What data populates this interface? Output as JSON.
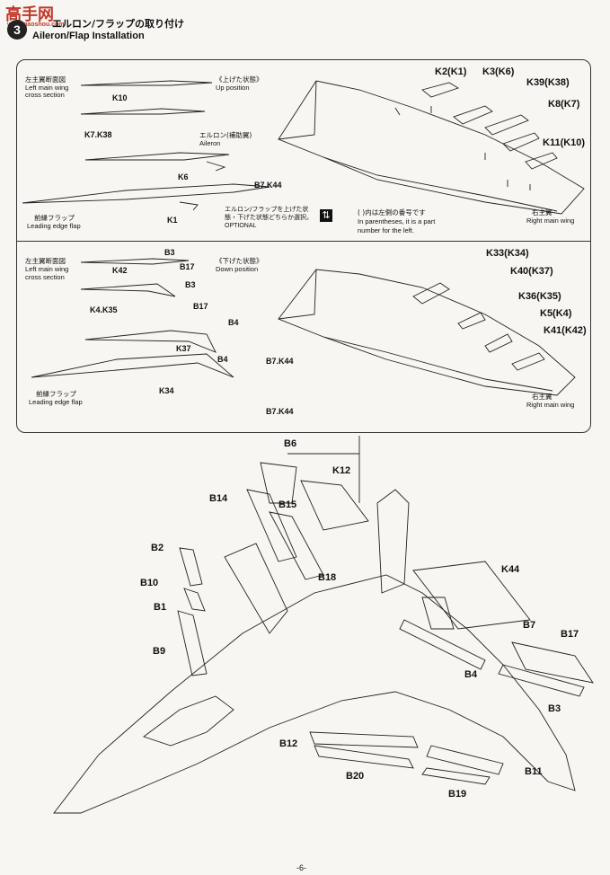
{
  "watermark": {
    "logo": "高手网",
    "url": "www.gaoshou.com"
  },
  "header": {
    "title_jp": "エルロン/フラップの取り付け",
    "title_en": "Aileron/Flap Installation",
    "step": "3"
  },
  "up": {
    "section_jp": "左主翼断面図",
    "section_en1": "Left main wing",
    "section_en2": "cross section",
    "state_jp": "《上げた状態》",
    "state_en": "Up position",
    "aileron_jp": "エルロン(補助翼)",
    "aileron_en": "Aileron",
    "lef_jp": "前縁フラップ",
    "lef_en": "Leading edge flap",
    "note_jp1": "エルロン/フラップを上げた状",
    "note_jp2": "態・下げた状態どちらか選択。",
    "note_en": "OPTIONAL",
    "paren_jp": "( )内は左側の番号です",
    "paren_en1": "In parentheses, it is a part",
    "paren_en2": "number for the left.",
    "wing_jp": "右主翼",
    "wing_en": "Right main wing",
    "labels": [
      "K10",
      "K7.K38",
      "K6",
      "B7.K44",
      "K1"
    ],
    "callouts": [
      "K2(K1)",
      "K3(K6)",
      "K39(K38)",
      "K8(K7)",
      "K11(K10)"
    ]
  },
  "down": {
    "section_jp": "左主翼断面図",
    "section_en1": "Left main wing",
    "section_en2": "cross section",
    "state_jp": "《下げた状態》",
    "state_en": "Down position",
    "lef_jp": "前縁フラップ",
    "lef_en": "Leading edge flap",
    "wing_jp": "右主翼",
    "wing_en": "Right main wing",
    "labels": [
      "B3",
      "B17",
      "K42",
      "B3",
      "K4.K35",
      "B17",
      "B4",
      "K37",
      "B4",
      "B7.K44",
      "K34",
      "B7.K44"
    ],
    "callouts": [
      "K33(K34)",
      "K40(K37)",
      "K36(K35)",
      "K5(K4)",
      "K41(K42)"
    ]
  },
  "assembly": {
    "labels": [
      "B6",
      "K12",
      "B14",
      "B15",
      "B2",
      "B18",
      "B10",
      "B1",
      "B9",
      "K44",
      "B7",
      "B17",
      "B4",
      "B3",
      "B12",
      "B11",
      "B20",
      "B19"
    ]
  },
  "footer": {
    "page": "-6-"
  }
}
